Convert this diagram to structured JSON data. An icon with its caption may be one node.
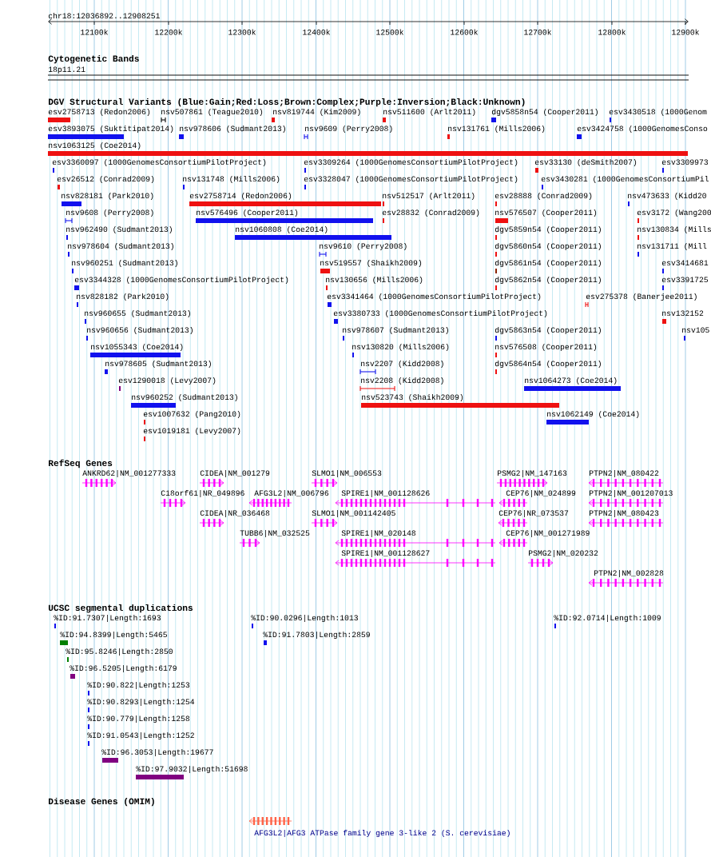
{
  "diagram": {
    "labels": [
      "chr18:12036892..12908251",
      "12100k",
      "12200k",
      "12300k",
      "12400k",
      "12500k",
      "12600k",
      "12700k",
      "12800k",
      "12900k",
      "Cytogenetic Bands",
      "18p11.21",
      "DGV Structural Variants (Blue:Gain;Red:Loss;Brown:Complex;Purple:Inversion;Black:Unknown)",
      "esv2758713 (Redon2006)",
      "nsv507861 (Teague2010)",
      "nsv819744 (Kim2009)",
      "nsv511600 (Arlt2011)",
      "dgv5858n54 (Cooper2011)",
      "esv3430518 (1000Genom",
      "esv3893075 (Suktitipat2014)",
      "nsv978606 (Sudmant2013)",
      "nsv9609 (Perry2008)",
      "nsv131761 (Mills2006)",
      "esv3424758 (1000GenomesConso",
      "nsv1063125 (Coe2014)",
      "esv3360097 (1000GenomesConsortiumPilotProject)",
      "esv3309264 (1000GenomesConsortiumPilotProject)",
      "esv33130 (deSmith2007)",
      "esv3309973",
      "esv26512 (Conrad2009)",
      "nsv131748 (Mills2006)",
      "esv3328047 (1000GenomesConsortiumPilotProject)",
      "esv3430281 (1000GenomesConsortiumPil",
      "nsv828181 (Park2010)",
      "esv2758714 (Redon2006)",
      "nsv512517 (Arlt2011)",
      "esv28888 (Conrad2009)",
      "nsv473633 (Kidd20",
      "nsv9608 (Perry2008)",
      "nsv576496 (Cooper2011)",
      "esv28832 (Conrad2009)",
      "nsv576507 (Cooper2011)",
      "esv3172 (Wang200",
      "nsv962490 (Sudmant2013)",
      "nsv1060808 (Coe2014)",
      "dgv5859n54 (Cooper2011)",
      "nsv130834 (Mills",
      "nsv978604 (Sudmant2013)",
      "nsv9610 (Perry2008)",
      "dgv5860n54 (Cooper2011)",
      "nsv131711 (Mill",
      "nsv960251 (Sudmant2013)",
      "nsv519557 (Shaikh2009)",
      "dgv5861n54 (Cooper2011)",
      "esv3414681",
      "esv3344328 (1000GenomesConsortiumPilotProject)",
      "nsv130656 (Mills2006)",
      "dgv5862n54 (Cooper2011)",
      "esv3391725",
      "nsv828182 (Park2010)",
      "esv3341464 (1000GenomesConsortiumPilotProject)",
      "esv275378 (Banerjee2011)",
      "nsv960655 (Sudmant2013)",
      "esv3380733 (1000GenomesConsortiumPilotProject)",
      "nsv132152",
      "nsv960656 (Sudmant2013)",
      "nsv978607 (Sudmant2013)",
      "dgv5863n54 (Cooper2011)",
      "nsv105",
      "nsv1055343 (Coe2014)",
      "nsv130820 (Mills2006)",
      "nsv576508 (Cooper2011)",
      "nsv978605 (Sudmant2013)",
      "nsv2207 (Kidd2008)",
      "dgv5864n54 (Cooper2011)",
      "esv1290018 (Levy2007)",
      "nsv2208 (Kidd2008)",
      "nsv1064273 (Coe2014)",
      "nsv960252 (Sudmant2013)",
      "nsv523743 (Shaikh2009)",
      "esv1007632 (Pang2010)",
      "nsv1062149 (Coe2014)",
      "esv1019181 (Levy2007)",
      "RefSeq Genes",
      "ANKRD62|NM_001277333",
      "CIDEA|NM_001279",
      "SLMO1|NM_006553",
      "PSMG2|NM_147163",
      "PTPN2|NM_080422",
      "C18orf61|NR_049896",
      "AFG3L2|NM_006796",
      "SPIRE1|NM_001128626",
      "CEP76|NM_024899",
      "PTPN2|NM_001207013",
      "CIDEA|NR_036468",
      "SLMO1|NM_001142405",
      "CEP76|NR_073537",
      "PTPN2|NM_080423",
      "TUBB6|NM_032525",
      "SPIRE1|NM_020148",
      "CEP76|NM_001271989",
      "SPIRE1|NM_001128627",
      "PSMG2|NM_020232",
      "PTPN2|NM_002828",
      "UCSC segmental duplications",
      "%ID:91.7307|Length:1693",
      "%ID:90.0296|Length:1013",
      "%ID:92.0714|Length:1009",
      "%ID:94.8399|Length:5465",
      "%ID:91.7803|Length:2859",
      "%ID:95.8246|Length:2850",
      "%ID:96.5205|Length:6179",
      "%ID:90.822|Length:1253",
      "%ID:90.8293|Length:1254",
      "%ID:90.779|Length:1258",
      "%ID:91.0543|Length:1252",
      "%ID:96.3053|Length:19677",
      "%ID:97.9032|Length:51698",
      "Disease Genes (OMIM)",
      "AFG3L2|AFG3 ATPase family gene 3-like 2 (S. cerevisiae)"
    ]
  }
}
